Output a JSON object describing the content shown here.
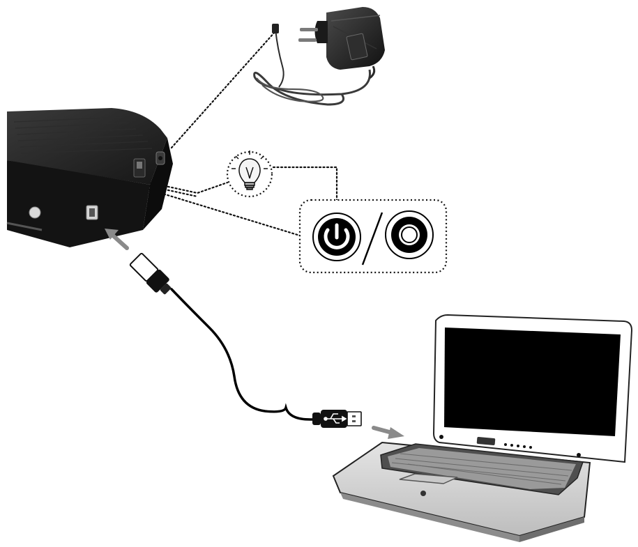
{
  "diagram": {
    "components": [
      {
        "id": "external-hdd-enclosure",
        "icon": "hard-drive-enclosure"
      },
      {
        "id": "power-adapter",
        "icon": "ac-power-adapter"
      },
      {
        "id": "power-led",
        "icon": "light-bulb-icon"
      },
      {
        "id": "power-switch",
        "icon": "on-off-switch",
        "states": [
          "on",
          "off"
        ]
      },
      {
        "id": "usb-cable",
        "icon": "usb-cable"
      },
      {
        "id": "laptop",
        "icon": "laptop-computer"
      }
    ],
    "connections": [
      {
        "from": "power-adapter",
        "to": "external-hdd-enclosure",
        "style": "dotted"
      },
      {
        "from": "power-led",
        "to": "external-hdd-enclosure",
        "style": "dotted"
      },
      {
        "from": "power-switch",
        "to": "external-hdd-enclosure",
        "style": "dotted"
      },
      {
        "from": "power-led",
        "to": "power-switch",
        "style": "dotted"
      },
      {
        "from": "usb-cable",
        "to": "external-hdd-enclosure",
        "style": "arrow"
      },
      {
        "from": "usb-cable",
        "to": "laptop",
        "style": "arrow"
      }
    ],
    "colors": {
      "device": "#161616",
      "arrow": "#8a8a8a",
      "dotted_line": "#111111",
      "laptop_screen": "#000000",
      "laptop_body": "#d9d9d9"
    }
  }
}
